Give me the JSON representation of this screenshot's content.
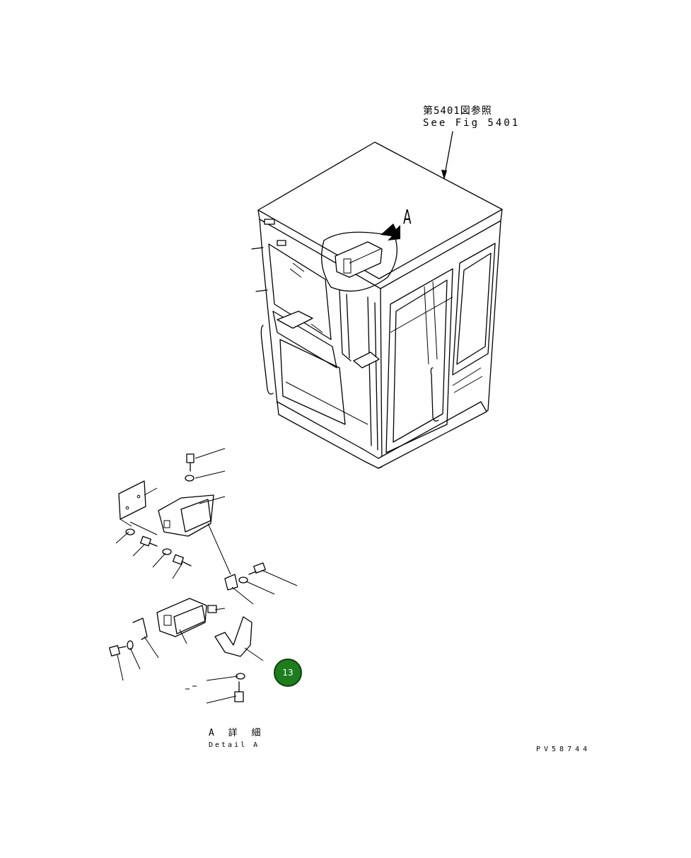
{
  "reference": {
    "japanese": "第5401図参照",
    "english": "See Fig 5401"
  },
  "view_label": "A",
  "detail": {
    "japanese": "A 詳 細",
    "english": "Detail A"
  },
  "part_number": "PV58744",
  "badge": {
    "label": "13",
    "color": "#1e7d1e"
  }
}
